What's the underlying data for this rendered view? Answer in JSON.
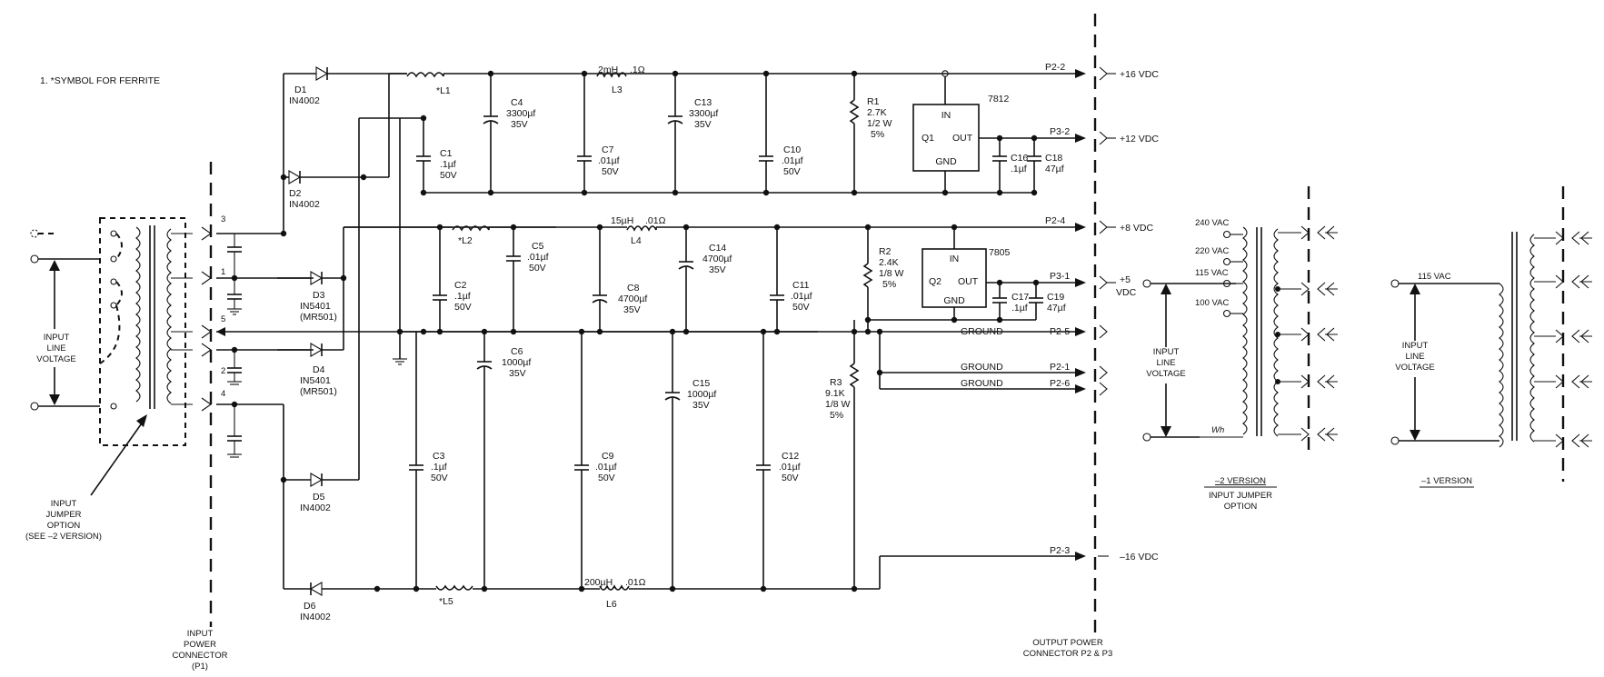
{
  "note": "1. *SYMBOL FOR FERRITE",
  "input": {
    "line_voltage": [
      "INPUT",
      "LINE",
      "VOLTAGE"
    ],
    "jumper_option": [
      "INPUT",
      "JUMPER",
      "OPTION",
      "(SEE –2 VERSION)"
    ],
    "connector": [
      "INPUT",
      "POWER",
      "CONNECTOR",
      "(P1)"
    ],
    "pins": [
      "3",
      "1",
      "5",
      "2",
      "4"
    ]
  },
  "diodes": {
    "d1": [
      "D1",
      "IN4002"
    ],
    "d2": [
      "D2",
      "IN4002"
    ],
    "d3": [
      "D3",
      "IN5401",
      "(MR501)"
    ],
    "d4": [
      "D4",
      "IN5401",
      "(MR501)"
    ],
    "d5": [
      "D5",
      "IN4002"
    ],
    "d6": [
      "D6",
      "IN4002"
    ]
  },
  "inductors": {
    "l1": "*L1",
    "l2": "*L2",
    "l5": "*L5",
    "l3": [
      "2mH",
      ".1Ω",
      "L3"
    ],
    "l4": [
      "15µH",
      ".01Ω",
      "L4"
    ],
    "l6": [
      "200µH",
      ".01Ω",
      "L6"
    ]
  },
  "capacitors": {
    "c1": [
      "C1",
      ".1µf",
      "50V"
    ],
    "c2": [
      "C2",
      ".1µf",
      "50V"
    ],
    "c3": [
      "C3",
      ".1µf",
      "50V"
    ],
    "c4": [
      "C4",
      "3300µf",
      "35V"
    ],
    "c5": [
      "C5",
      ".01µf",
      "50V"
    ],
    "c6": [
      "C6",
      "1000µf",
      "35V"
    ],
    "c7": [
      "C7",
      ".01µf",
      "50V"
    ],
    "c8": [
      "C8",
      "4700µf",
      "35V"
    ],
    "c9": [
      "C9",
      ".01µf",
      "50V"
    ],
    "c10": [
      "C10",
      ".01µf",
      "50V"
    ],
    "c11": [
      "C11",
      ".01µf",
      "50V"
    ],
    "c12": [
      "C12",
      ".01µf",
      "50V"
    ],
    "c13": [
      "C13",
      "3300µf",
      "35V"
    ],
    "c14": [
      "C14",
      "4700µf",
      "35V"
    ],
    "c15": [
      "C15",
      "1000µf",
      "35V"
    ],
    "c16": [
      "C16",
      ".1µf"
    ],
    "c17": [
      "C17",
      ".1µf"
    ],
    "c18": [
      "C18",
      "47µf"
    ],
    "c19": [
      "C19",
      "47µf"
    ]
  },
  "resistors": {
    "r1": [
      "R1",
      "2.7K",
      "1/2 W",
      "5%"
    ],
    "r2": [
      "R2",
      "2.4K",
      "1/8 W",
      "5%"
    ],
    "r3": [
      "R3",
      "9.1K",
      "1/8 W",
      "5%"
    ]
  },
  "regulators": {
    "q1": {
      "name": "Q1",
      "part": "7812",
      "in": "IN",
      "out": "OUT",
      "gnd": "GND"
    },
    "q2": {
      "name": "Q2",
      "part": "7805",
      "in": "IN",
      "out": "OUT",
      "gnd": "GND"
    }
  },
  "outputs": {
    "p22": {
      "pin": "P2-2",
      "voltage": "+16 VDC"
    },
    "p32": {
      "pin": "P3-2",
      "voltage": "+12 VDC"
    },
    "p24": {
      "pin": "P2-4",
      "voltage": "+8 VDC"
    },
    "p31": {
      "pin": "P3-1",
      "voltage": [
        "+5",
        "VDC"
      ]
    },
    "p25": {
      "pin": "P2-5",
      "label": "GROUND"
    },
    "p21": {
      "pin": "P2-1",
      "label": "GROUND"
    },
    "p26": {
      "pin": "P2-6",
      "label": "GROUND"
    },
    "p23": {
      "pin": "P2-3",
      "voltage": "–16 VDC"
    },
    "connector": [
      "OUTPUT POWER",
      "CONNECTOR P2 & P3"
    ]
  },
  "version2": {
    "taps": [
      "240 VAC",
      "220 VAC",
      "115 VAC",
      "100 VAC"
    ],
    "line_voltage": [
      "INPUT",
      "LINE",
      "VOLTAGE"
    ],
    "wire_mark": "Wh",
    "caption": [
      "–2 VERSION",
      "INPUT JUMPER",
      "OPTION"
    ]
  },
  "version1": {
    "tap": "115 VAC",
    "line_voltage": [
      "INPUT",
      "LINE",
      "VOLTAGE"
    ],
    "caption": "–1 VERSION"
  }
}
